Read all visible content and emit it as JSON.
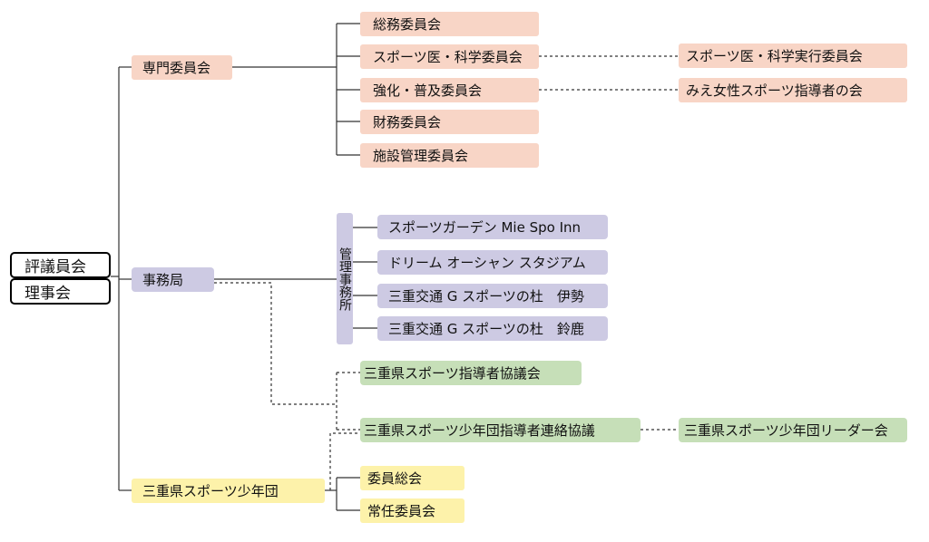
{
  "root": {
    "council": "評議員会",
    "board": "理事会"
  },
  "specialist": {
    "label": "専門委員会",
    "items": [
      "総務委員会",
      "スポーツ医・科学委員会",
      "強化・普及委員会",
      "財務委員会",
      "施設管理委員会"
    ],
    "related": [
      "スポーツ医・科学実行委員会",
      "みえ女性スポーツ指導者の会"
    ]
  },
  "secretariat": {
    "label": "事務局",
    "management_office": "管理事務所",
    "facilities": [
      "スポーツガーデン Mie Spo Inn",
      "ドリーム オーシャン スタジアム",
      "三重交通 G スポーツの杜　伊勢",
      "三重交通 G スポーツの杜　鈴鹿"
    ]
  },
  "associations": {
    "instructors": "三重県スポーツ指導者協議会",
    "youth_instructors": "三重県スポーツ少年団指導者連絡協議",
    "youth_leaders": "三重県スポーツ少年団リーダー会"
  },
  "youth_group": {
    "label": "三重県スポーツ少年団",
    "items": [
      "委員総会",
      "常任委員会"
    ]
  },
  "colors": {
    "specialist": "#f8d5c6",
    "secretariat": "#cdcae3",
    "association": "#c6dfb8",
    "youth": "#fdf2aa"
  }
}
